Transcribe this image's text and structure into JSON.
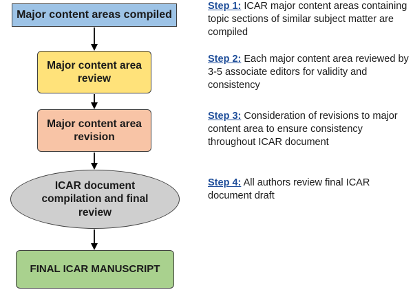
{
  "flowchart": {
    "nodes": [
      {
        "id": "major-content-areas-compiled",
        "label": "Major content areas compiled",
        "shape": "rectangle",
        "fill": "#9dc3e6"
      },
      {
        "id": "major-content-area-review",
        "label": "Major content area review",
        "shape": "rounded-rectangle",
        "fill": "#ffe27a"
      },
      {
        "id": "major-content-area-revision",
        "label": "Major content area revision",
        "shape": "rounded-rectangle",
        "fill": "#f8c4a6"
      },
      {
        "id": "icar-document-compilation",
        "label": "ICAR document compilation and final review",
        "shape": "ellipse",
        "fill": "#cfcfcf"
      },
      {
        "id": "final-icar-manuscript",
        "label": "FINAL ICAR MANUSCRIPT",
        "shape": "rounded-rectangle",
        "fill": "#a9d18e"
      }
    ],
    "edges": [
      {
        "from": "major-content-areas-compiled",
        "to": "major-content-area-review"
      },
      {
        "from": "major-content-area-review",
        "to": "major-content-area-revision"
      },
      {
        "from": "major-content-area-revision",
        "to": "icar-document-compilation"
      },
      {
        "from": "icar-document-compilation",
        "to": "final-icar-manuscript"
      }
    ]
  },
  "steps": [
    {
      "label": "Step 1:",
      "text": "ICAR major content areas containing topic sections of similar subject matter are compiled"
    },
    {
      "label": "Step 2:",
      "text": "Each major content area reviewed by 3-5 associate editors for validity and consistency"
    },
    {
      "label": "Step 3:",
      "text": "Consideration of revisions to major content area to ensure consistency throughout ICAR document"
    },
    {
      "label": "Step 4:",
      "text": "All authors review final ICAR document draft"
    }
  ],
  "colors": {
    "step_label": "#1f4e9a",
    "border": "#404040",
    "arrow": "#000000"
  }
}
